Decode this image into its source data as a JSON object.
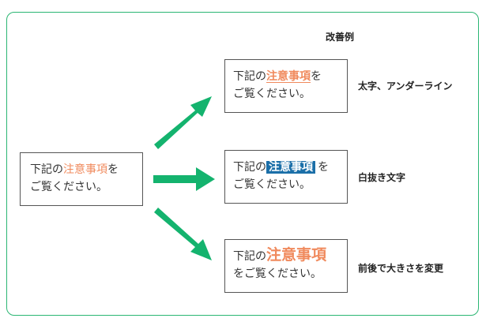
{
  "heading": "改善例",
  "colors": {
    "frame": "#2bb673",
    "arrow": "#14b36e",
    "highlight_orange": "#f08a5d",
    "highlight_blue": "#1b6fa8"
  },
  "original": {
    "prefix": "下記の",
    "highlight": "注意事項",
    "suffix": "を",
    "line2": "ご覧ください。"
  },
  "examples": [
    {
      "prefix": "下記の",
      "highlight": "注意事項",
      "suffix": "を",
      "line2": "ご覧ください。",
      "label": "太字、アンダーライン"
    },
    {
      "prefix": "下記の",
      "highlight": "注意事項",
      "suffix": "を",
      "line2": "ご覧ください。",
      "label": "白抜き文字"
    },
    {
      "prefix": "下記の",
      "highlight": "注意事項",
      "suffix": "",
      "line2": "をご覧ください。",
      "label": "前後で大きさを変更"
    }
  ]
}
